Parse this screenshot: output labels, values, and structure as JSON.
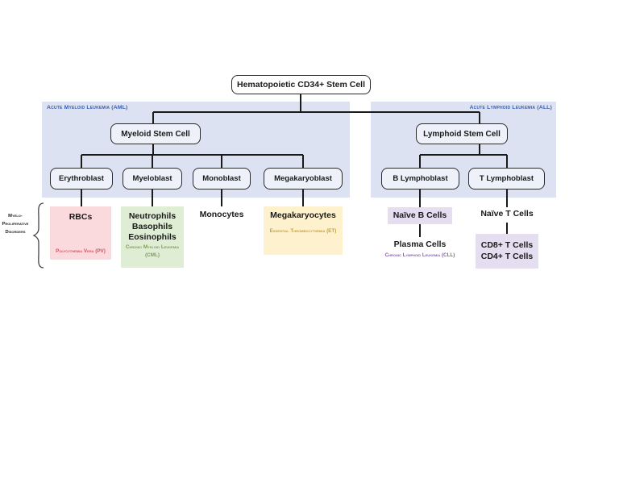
{
  "colors": {
    "panel": "#dce2f2",
    "node-fill": "#eef1f9",
    "pink": "#fadadd",
    "green": "#dfedd5",
    "yellow": "#fdf2cd",
    "purple": "#e5def0",
    "red-text": "#e04a5f",
    "green-text": "#7d9d58",
    "gold-text": "#c59e3a",
    "purple-text": "#8f5bb5",
    "blue-text": "#3a5dae",
    "line": "#1a1a1a"
  },
  "root": {
    "label": "Hematopoietic CD34+ Stem Cell"
  },
  "myeloid": {
    "header": "Acute Myeloid Leukemia (AML)",
    "stem_cell": "Myeloid Stem Cell",
    "blasts": [
      "Erythroblast",
      "Myeloblast",
      "Monoblast",
      "Megakaryoblast"
    ],
    "rbcs": {
      "label": "RBCs",
      "disorder": "Polycythemia Vera (PV)"
    },
    "granulocytes": {
      "lines": [
        "Neutrophils",
        "Basophils",
        "Eosinophils"
      ],
      "disorder": "Chronic Myeloid Leukemia (CML)"
    },
    "monocytes": {
      "label": "Monocytes"
    },
    "megakaryocytes": {
      "label": "Megakaryocytes",
      "disorder": "Essential Thrombocythemia (ET)"
    },
    "side_note": {
      "lines": [
        "Myelo-",
        "Proliferative",
        "Disorders"
      ]
    }
  },
  "lymphoid": {
    "header": "Acute Lymphoid Leukemia (ALL)",
    "stem_cell": "Lymphoid Stem Cell",
    "blasts": [
      "B Lymphoblast",
      "T Lymphoblast"
    ],
    "naive_b": {
      "label": "Naïve B Cells"
    },
    "naive_t": {
      "label": "Naïve T Cells"
    },
    "plasma": {
      "label": "Plasma Cells",
      "disorder": "Chronic Lymphoid Leukemia (CLL)"
    },
    "t_cells": {
      "lines": [
        "CD8+ T Cells",
        "CD4+ T Cells"
      ]
    }
  }
}
